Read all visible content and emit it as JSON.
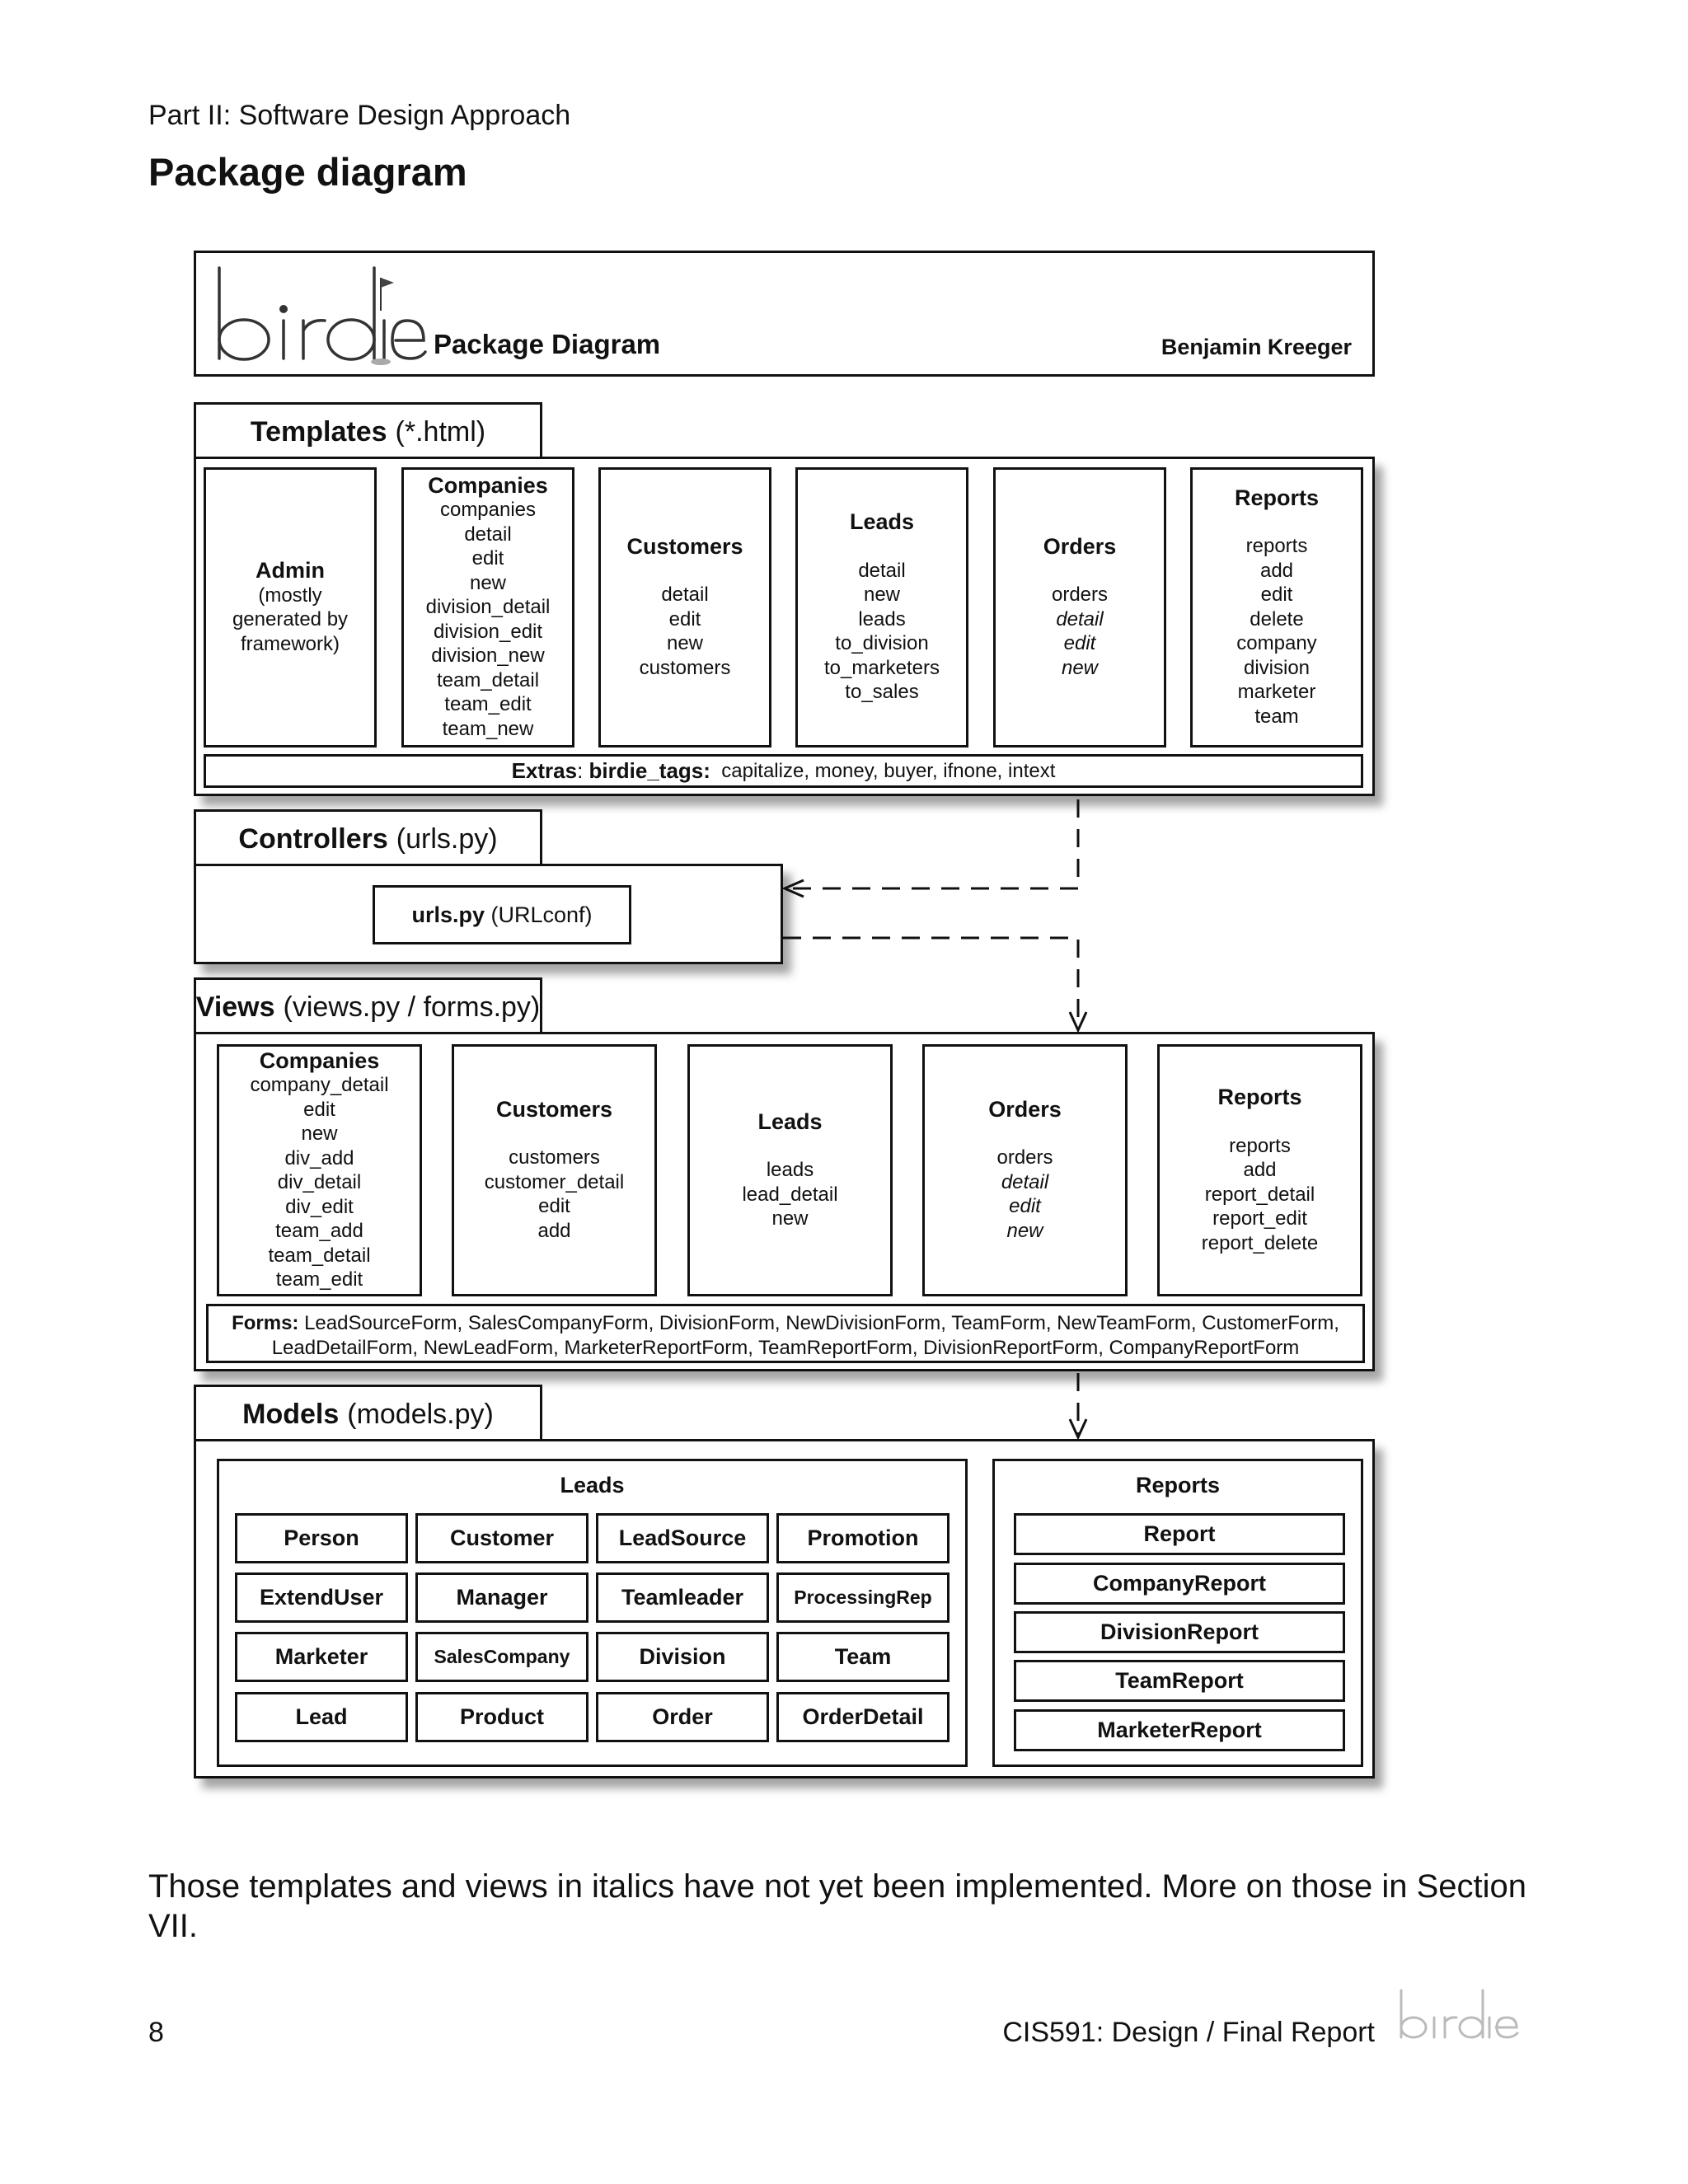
{
  "page": {
    "section_label": "Part II: Software Design Approach",
    "title": "Package diagram",
    "footnote": "Those templates and views in italics have not yet been implemented.  More on those in Section VII.",
    "page_number": "8",
    "report_name": "CIS591: Design / Final Report",
    "footer_logo_text": "birdie"
  },
  "header": {
    "logo_text": "birdie",
    "title": "Package Diagram",
    "author": "Benjamin Kreeger"
  },
  "templates": {
    "tab_bold": "Templates",
    "tab_rest": "(*.html)",
    "columns": {
      "admin": {
        "title": "Admin",
        "lines": [
          "(mostly",
          "generated by",
          "framework)"
        ]
      },
      "companies": {
        "title": "Companies",
        "lines": [
          "companies",
          "detail",
          "edit",
          "new",
          "division_detail",
          "division_edit",
          "division_new",
          "team_detail",
          "team_edit",
          "team_new"
        ]
      },
      "customers": {
        "title": "Customers",
        "lines": [
          "detail",
          "edit",
          "new",
          "customers"
        ]
      },
      "leads": {
        "title": "Leads",
        "lines": [
          "detail",
          "new",
          "leads",
          "to_division",
          "to_marketers",
          "to_sales"
        ]
      },
      "orders": {
        "title": "Orders",
        "lines": [
          "orders",
          "detail",
          "edit",
          "new"
        ]
      },
      "reports": {
        "title": "Reports",
        "lines": [
          "reports",
          "add",
          "edit",
          "delete",
          "company",
          "division",
          "marketer",
          "team"
        ]
      }
    },
    "extras_label": "Extras",
    "extras_tag": "birdie_tags:",
    "extras_list": "capitalize, money, buyer, ifnone, intext"
  },
  "controllers": {
    "tab_bold": "Controllers",
    "tab_rest": "(urls.py)",
    "urls_bold": "urls.py",
    "urls_rest": "(URLconf)"
  },
  "views": {
    "tab_bold": "Views",
    "tab_rest": "(views.py / forms.py)",
    "columns": {
      "companies": {
        "title": "Companies",
        "lines": [
          "company_detail",
          "edit",
          "new",
          "div_add",
          "div_detail",
          "div_edit",
          "team_add",
          "team_detail",
          "team_edit"
        ]
      },
      "customers": {
        "title": "Customers",
        "lines": [
          "customers",
          "customer_detail",
          "edit",
          "add"
        ]
      },
      "leads": {
        "title": "Leads",
        "lines": [
          "leads",
          "lead_detail",
          "new"
        ]
      },
      "orders": {
        "title": "Orders",
        "lines": [
          "orders",
          "detail",
          "edit",
          "new"
        ]
      },
      "reports": {
        "title": "Reports",
        "lines": [
          "reports",
          "add",
          "report_detail",
          "report_edit",
          "report_delete"
        ]
      }
    },
    "forms_label": "Forms:",
    "forms_line1": "LeadSourceForm, SalesCompanyForm, DivisionForm, NewDivisionForm, TeamForm, NewTeamForm, CustomerForm,",
    "forms_line2": "LeadDetailForm, NewLeadForm, MarketerReportForm, TeamReportForm, DivisionReportForm, CompanyReportForm"
  },
  "models": {
    "tab_bold": "Models",
    "tab_rest": "(models.py)",
    "leads_title": "Leads",
    "leads_grid": [
      [
        "Person",
        "Customer",
        "LeadSource",
        "Promotion"
      ],
      [
        "ExtendUser",
        "Manager",
        "Teamleader",
        "ProcessingRep"
      ],
      [
        "Marketer",
        "SalesCompany",
        "Division",
        "Team"
      ],
      [
        "Lead",
        "Product",
        "Order",
        "OrderDetail"
      ]
    ],
    "reports_title": "Reports",
    "reports_list": [
      "Report",
      "CompanyReport",
      "DivisionReport",
      "TeamReport",
      "MarketerReport"
    ]
  }
}
